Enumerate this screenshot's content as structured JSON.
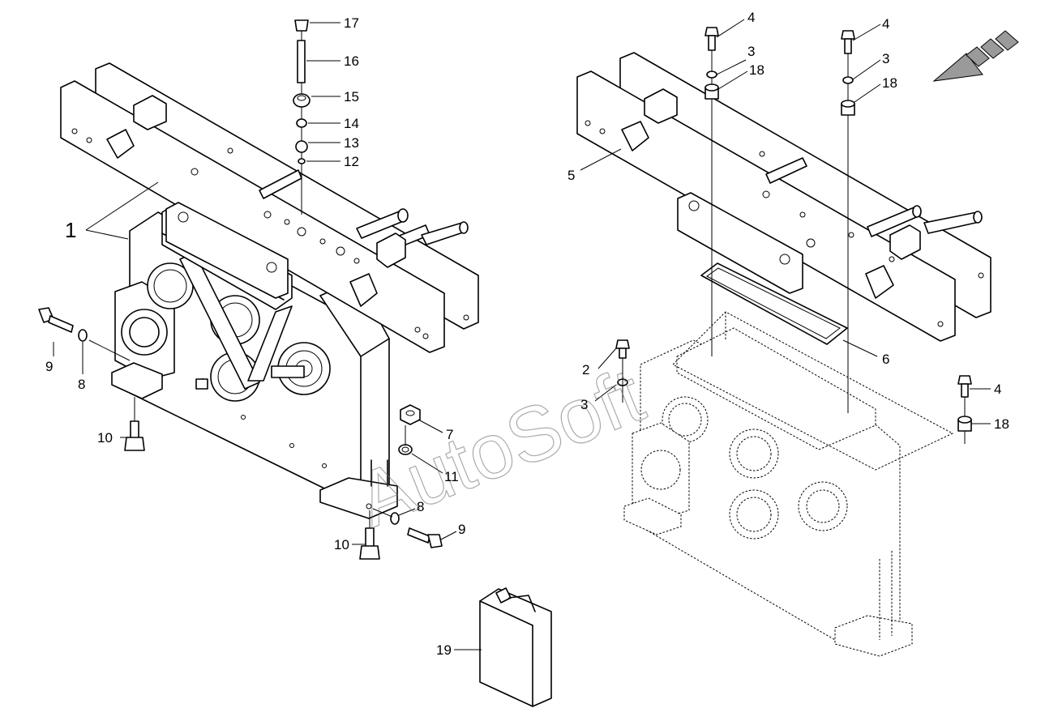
{
  "watermark": "AutoSoft",
  "callouts": {
    "c1": "1",
    "c2": "2",
    "c3a": "3",
    "c3b": "3",
    "c3c": "3",
    "c4a": "4",
    "c4b": "4",
    "c4c": "4",
    "c5": "5",
    "c6": "6",
    "c7": "7",
    "c8a": "8",
    "c8b": "8",
    "c9a": "9",
    "c9b": "9",
    "c10a": "10",
    "c10b": "10",
    "c11": "11",
    "c12": "12",
    "c13": "13",
    "c14": "14",
    "c15": "15",
    "c16": "16",
    "c17": "17",
    "c18a": "18",
    "c18b": "18",
    "c18c": "18",
    "c19": "19"
  }
}
